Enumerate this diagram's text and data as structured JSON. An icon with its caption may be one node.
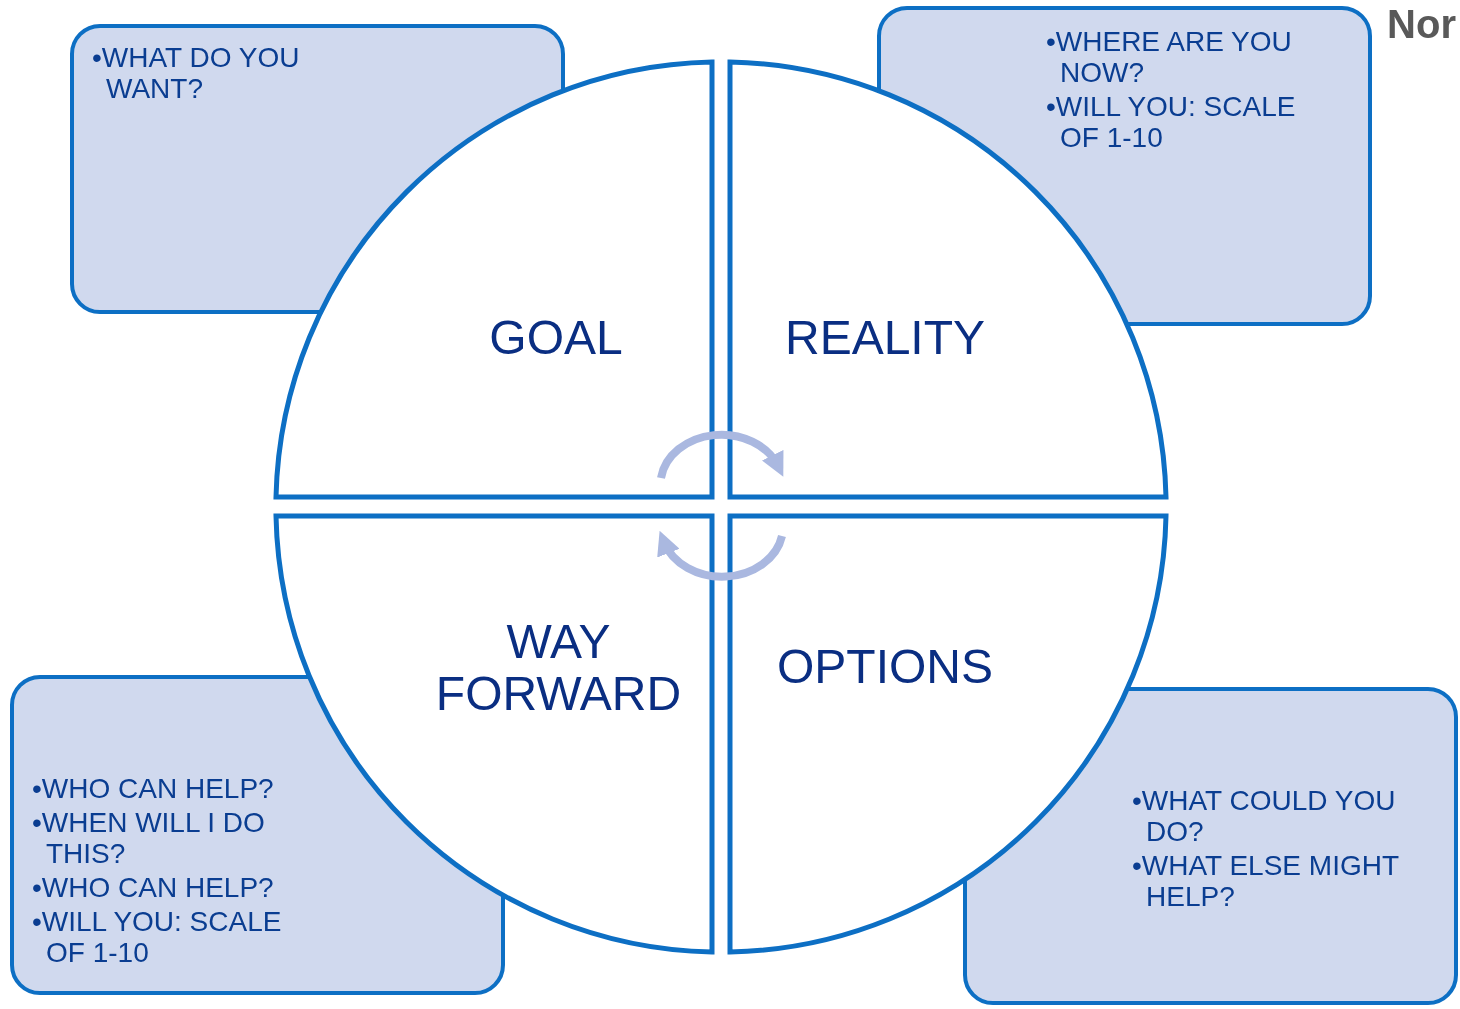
{
  "diagram": {
    "nodes": [
      {
        "text": [
          "•WHAT DO YOU WANT?"
        ]
      },
      {
        "text": [
          "•WHERE ARE YOU NOW?",
          "•WILL YOU: SCALE OF 1-10"
        ]
      },
      {
        "text": [
          "GOAL"
        ]
      },
      {
        "text": [
          "REALITY"
        ]
      },
      {
        "text": [
          "WAY FORWARD"
        ]
      },
      {
        "text": [
          "OPTIONS"
        ]
      },
      {
        "text": [
          "•WHO CAN HELP?",
          "•WHEN WILL I DO THIS?",
          "•WHO CAN HELP?",
          "•WILL YOU: SCALE OF 1-10"
        ]
      },
      {
        "text": [
          "•WHAT COULD YOU DO?",
          "•WHAT ELSE MIGHT HELP?"
        ]
      }
    ],
    "edges": [
      {
        "from": 2,
        "to": 3,
        "arrow": "to"
      },
      {
        "from": 5,
        "to": 4,
        "arrow": "to"
      }
    ],
    "labels": [
      "Nor"
    ]
  }
}
